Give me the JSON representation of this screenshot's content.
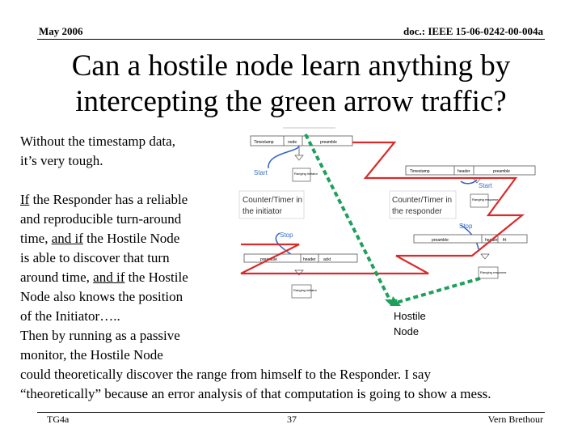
{
  "header": {
    "left": "May 2006",
    "right": "doc.: IEEE 15-06-0242-00-004a"
  },
  "title": {
    "line1": "Can a hostile node learn anything by",
    "line2": "intercepting the green arrow traffic?"
  },
  "para1": {
    "line1": "Without the timestamp data,",
    "line2": "it’s very tough."
  },
  "para2": {
    "if1": "If",
    "l1": " the Responder has a reliable",
    "l2": "and reproducible turn-around",
    "l3a": "time, ",
    "l3b": "and if",
    "l3c": " the Hostile Node",
    "l4": "is able to discover that turn",
    "l5a": "around time, ",
    "l5b": "and if",
    "l5c": " the Hostile",
    "l6": "Node also knows the position",
    "l7": "of the Initiator…..",
    "l8": "Then by running as a passive",
    "l9": "monitor, the Hostile Node",
    "l10": "could theoretically discover the range from himself to the Responder.  I say",
    "l11": "“theoretically” because an error analysis of that computation is going to show a mess."
  },
  "hostile": {
    "line1": "Hostile",
    "line2": "Node"
  },
  "figure": {
    "counter_initiator_1": "Counter/Timer in",
    "counter_initiator_2": "the initiator",
    "counter_responder_1": "Counter/Timer in",
    "counter_responder_2": "the responder",
    "start_left": "Start",
    "stop_left": "Stop",
    "start_right": "Start",
    "stop_right": "Stop",
    "lbl_timestamp": "Timestamp",
    "lbl_node": "node",
    "lbl_preamble": "preamble",
    "lbl_header": "header",
    "lbl_frt": "frt",
    "lbl_ackt": "ackt",
    "lbl_ranging_response": "Ranging response",
    "lbl_ranging_initiator": "Ranging initiator"
  },
  "footer": {
    "left": "TG4a",
    "center": "37",
    "right": "Vern Brethour"
  }
}
